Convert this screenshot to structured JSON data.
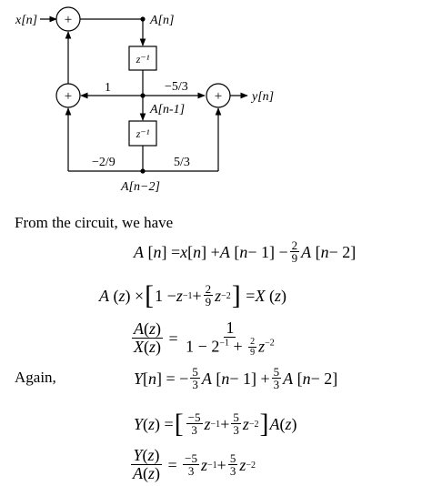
{
  "diagram": {
    "input_label": "x[n]",
    "output_label": "y[n]",
    "node_a_n": "A[n]",
    "node_a_n1": "A[n-1]",
    "node_a_n2": "A[n−2]",
    "delay_label": "z⁻¹",
    "adder_symbol": "+",
    "gain_1": "1",
    "gain_neg_5_3": "−5/3",
    "gain_neg_2_9": "−2/9",
    "gain_5_3": "5/3"
  },
  "text": {
    "intro": "From the circuit, we have",
    "again": "Again,"
  }
}
